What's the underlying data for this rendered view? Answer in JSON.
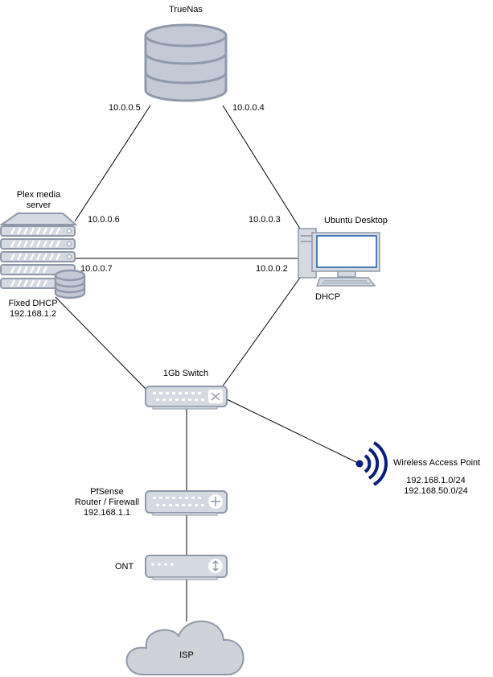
{
  "nodes": {
    "truenas": {
      "label": "TrueNas"
    },
    "plex": {
      "label_line1": "Plex media",
      "label_line2": "server",
      "dhcp_line1": "Fixed DHCP",
      "dhcp_line2": "192.168.1.2"
    },
    "ubuntu": {
      "label": "Ubuntu Desktop",
      "dhcp": "DHCP"
    },
    "switch": {
      "label": "1Gb Switch"
    },
    "wap": {
      "label": "Wireless Access Point",
      "subnet1": "192.168.1.0/24",
      "subnet2": "192.168.50.0/24"
    },
    "pfsense": {
      "line1": "PfSense",
      "line2": "Router / Firewall",
      "line3": "192.168.1.1"
    },
    "ont": {
      "label": "ONT"
    },
    "isp": {
      "label": "ISP"
    }
  },
  "links": {
    "truenas_plex": {
      "truenas_ip": "10.0.0.5",
      "plex_ip": "10.0.0.6"
    },
    "truenas_ubuntu": {
      "truenas_ip": "10.0.0.4",
      "ubuntu_ip": "10.0.0.3"
    },
    "plex_ubuntu": {
      "plex_ip": "10.0.0.7",
      "ubuntu_ip": "10.0.0.2"
    }
  },
  "colors": {
    "device_fill": "#d4d9e2",
    "device_stroke": "#8f99aa",
    "storage_fill": "#c3cad6",
    "monitor_blue": "#1e5aa8",
    "wifi_navy": "#0a1e78",
    "cloud_fill": "#cfd3d9",
    "line": "#000000"
  }
}
